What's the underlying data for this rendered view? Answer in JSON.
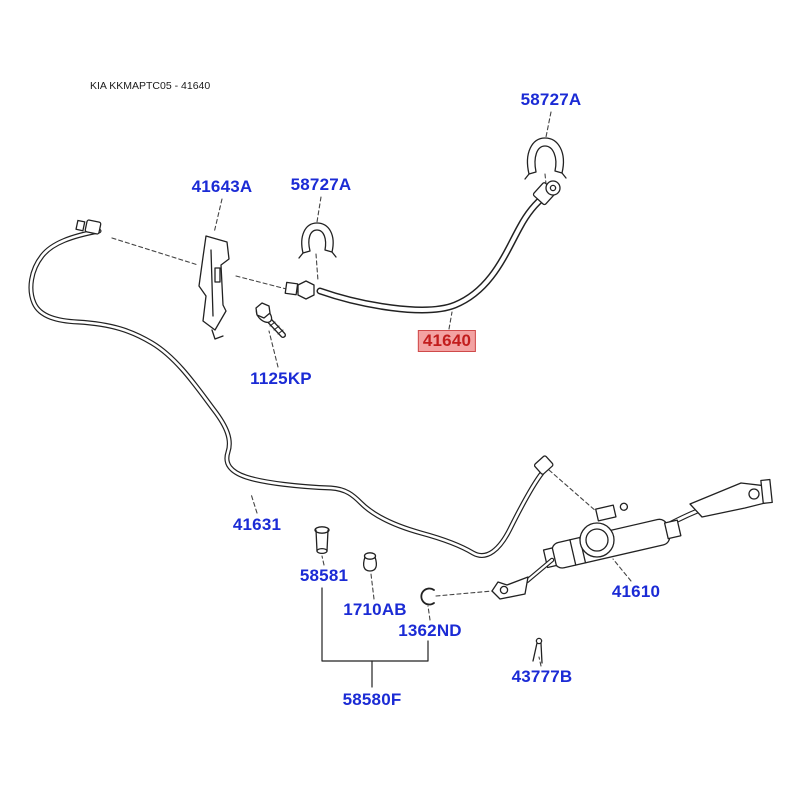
{
  "header": {
    "code": "KIA KKMAPTC05 - 41640"
  },
  "highlighted_part": "41640",
  "colors": {
    "label_blue": "#1b2bd5",
    "highlight_text": "#c21d1d",
    "highlight_bg": "#f3a2a2",
    "line_color": "#222222",
    "background": "#ffffff"
  },
  "parts": [
    {
      "label": "58727A"
    },
    {
      "label": "41643A"
    },
    {
      "label": "58727A"
    },
    {
      "label": "41640",
      "highlighted": true
    },
    {
      "label": "1125KP"
    },
    {
      "label": "41631"
    },
    {
      "label": "58581"
    },
    {
      "label": "1710AB"
    },
    {
      "label": "1362ND"
    },
    {
      "label": "41610"
    },
    {
      "label": "43777B"
    },
    {
      "label": "58580F"
    }
  ]
}
